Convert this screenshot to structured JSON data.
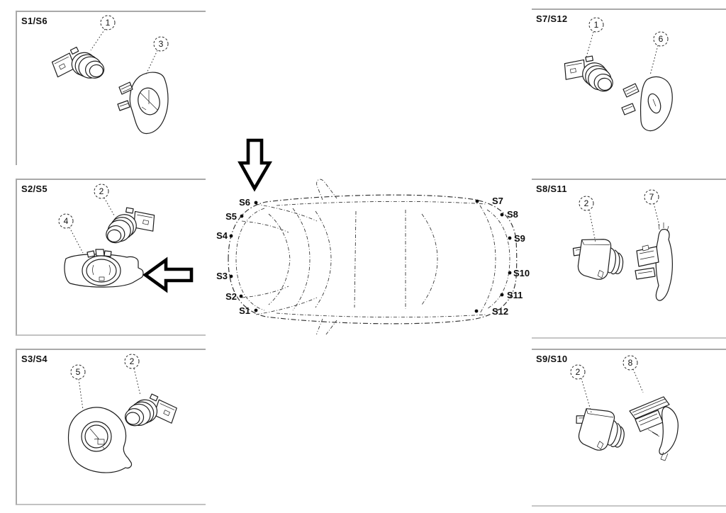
{
  "panels": {
    "s1s6": {
      "label": "S1/S6",
      "sensor_callout": "1",
      "bracket_callout": "3"
    },
    "s2s5": {
      "label": "S2/S5",
      "sensor_callout": "2",
      "bracket_callout": "4"
    },
    "s3s4": {
      "label": "S3/S4",
      "sensor_callout": "2",
      "bracket_callout": "5"
    },
    "s7s12": {
      "label": "S7/S12",
      "sensor_callout": "1",
      "bracket_callout": "6"
    },
    "s8s11": {
      "label": "S8/S11",
      "sensor_callout": "2",
      "bracket_callout": "7"
    },
    "s9s10": {
      "label": "S9/S10",
      "sensor_callout": "2",
      "bracket_callout": "8"
    }
  },
  "car": {
    "sensor_labels": {
      "s1": "S1",
      "s2": "S2",
      "s3": "S3",
      "s4": "S4",
      "s5": "S5",
      "s6": "S6",
      "s7": "S7",
      "s8": "S8",
      "s9": "S9",
      "s10": "S10",
      "s11": "S11",
      "s12": "S12"
    }
  },
  "icons": {
    "front_direction_icon": "down-block-arrow",
    "bumper_row_pointer_icon": "left-block-arrow"
  },
  "colors": {
    "background": "#ffffff",
    "line_art": "#1d1d1d",
    "panel_border": "#a9a9a9",
    "arrow_outline": "#000000"
  }
}
